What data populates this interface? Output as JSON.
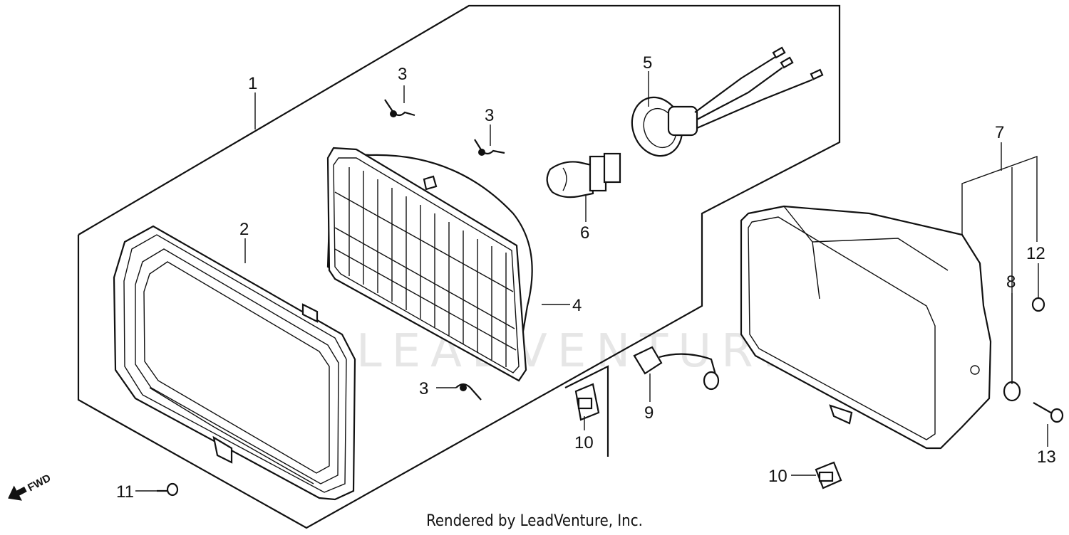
{
  "diagram": {
    "direction_label": "FWD",
    "watermark": "LEADVENTURE",
    "callouts": [
      {
        "id": "c1",
        "text": "1"
      },
      {
        "id": "c2",
        "text": "2"
      },
      {
        "id": "c3a",
        "text": "3"
      },
      {
        "id": "c3b",
        "text": "3"
      },
      {
        "id": "c3c",
        "text": "3"
      },
      {
        "id": "c4",
        "text": "4"
      },
      {
        "id": "c5",
        "text": "5"
      },
      {
        "id": "c6",
        "text": "6"
      },
      {
        "id": "c7",
        "text": "7"
      },
      {
        "id": "c8",
        "text": "8"
      },
      {
        "id": "c9",
        "text": "9"
      },
      {
        "id": "c10a",
        "text": "10"
      },
      {
        "id": "c10b",
        "text": "10"
      },
      {
        "id": "c11",
        "text": "11"
      },
      {
        "id": "c12",
        "text": "12"
      },
      {
        "id": "c13",
        "text": "13"
      }
    ]
  },
  "footer": {
    "credit": "Rendered by LeadVenture, Inc."
  }
}
